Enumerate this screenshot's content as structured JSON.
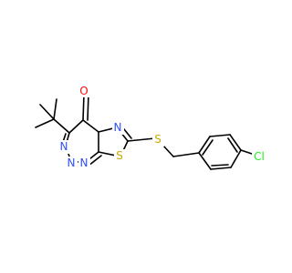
{
  "molecule": {
    "atoms": {
      "o": "O",
      "n_ring_a": "N",
      "n_ring_b": "N",
      "n_bridge": "N",
      "n_thiadiazole": "N",
      "s_ring": "S",
      "s_thioether": "S",
      "cl": "Cl"
    },
    "colors": {
      "bond": "#000000",
      "oxygen": "#ff0d0d",
      "nitrogen": "#3050f8",
      "sulfur": "#c8a800",
      "chlorine": "#1ff01f"
    }
  }
}
